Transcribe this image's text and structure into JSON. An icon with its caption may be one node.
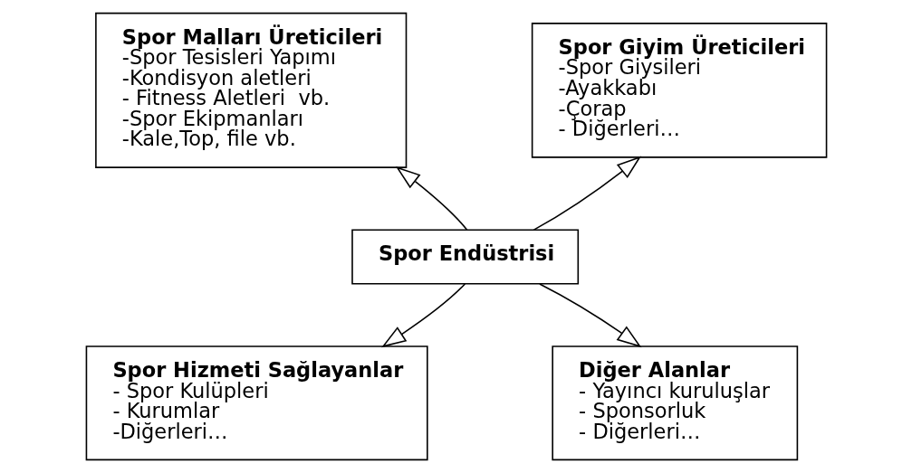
{
  "diagram": {
    "nodes": [
      {
        "text": [
          "Spor Malları Üreticileri",
          "-Spor Tesisleri Yapımı",
          "-Kondisyon aletleri",
          "- Fitness Aletleri  vb.",
          "-Spor Ekipmanları",
          "-Kale,Top, file vb."
        ]
      },
      {
        "text": [
          "Spor Giyim Üreticileri",
          "-Spor Giysileri",
          "-Ayakkabı",
          "-Çorap",
          "- Diğerleri…"
        ]
      },
      {
        "text": [
          "Spor Endüstrisi"
        ]
      },
      {
        "text": [
          "Spor Hizmeti Sağlayanlar",
          "- Spor Kulüpleri",
          "- Kurumlar",
          "-Diğerleri…"
        ]
      },
      {
        "text": [
          "Diğer Alanlar",
          "- Yayıncı kuruluşlar",
          "- Sponsorluk",
          "- Diğerleri…"
        ]
      }
    ],
    "edges": [
      {
        "from": 2,
        "to": 0,
        "arrow": "to"
      },
      {
        "from": 2,
        "to": 1,
        "arrow": "to"
      },
      {
        "from": 2,
        "to": 3,
        "arrow": "to"
      },
      {
        "from": 2,
        "to": 4,
        "arrow": "to"
      }
    ]
  }
}
